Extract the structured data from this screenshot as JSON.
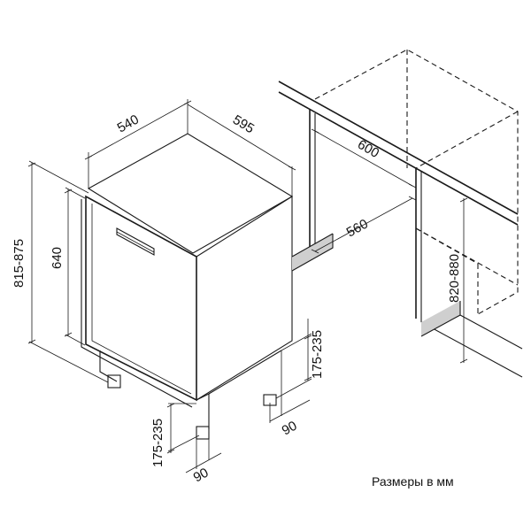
{
  "dimensions": {
    "depth_top": "540",
    "width_top": "595",
    "niche_depth": "600",
    "niche_width": "560",
    "height_total": "815-875",
    "door_height": "640",
    "niche_height": "820-880",
    "leg_height_right": "175-235",
    "leg_height_front": "175-235",
    "leg_offset_right": "90",
    "leg_offset_front": "90"
  },
  "note": "Размеры в мм"
}
